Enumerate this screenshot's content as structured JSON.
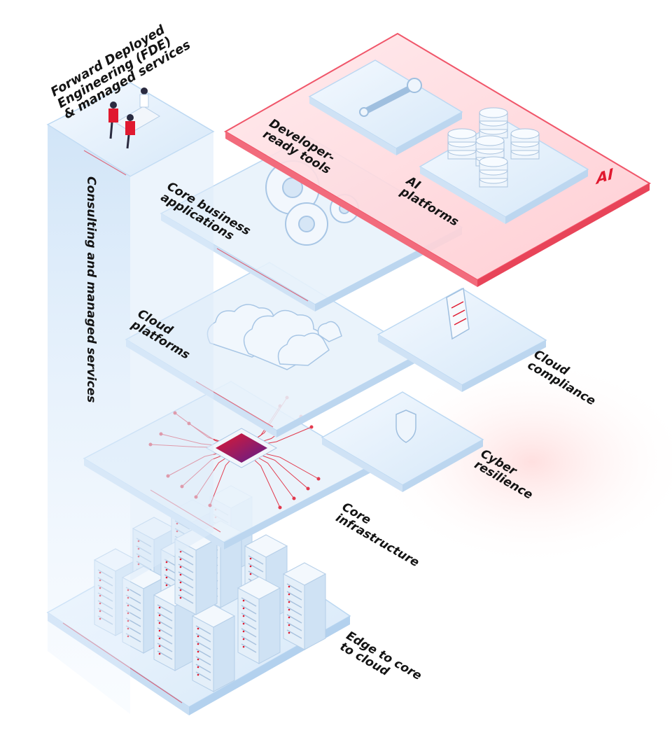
{
  "title": {
    "lines": [
      "Forward Deployed",
      "Engineering (FDE)",
      "& managed services"
    ]
  },
  "column_label": "Consulting and managed services",
  "ai_badge": "AI",
  "layers": {
    "developer_tools": [
      "Developer-",
      "ready tools"
    ],
    "ai_platforms": [
      "AI",
      "platforms"
    ],
    "core_business": [
      "Core business",
      "applications"
    ],
    "cloud_platforms": [
      "Cloud",
      "platforms"
    ],
    "cloud_compliance": [
      "Cloud",
      "compliance"
    ],
    "cyber_resilience": [
      "Cyber",
      "resilience"
    ],
    "core_infrastructure": [
      "Core",
      "infrastructure"
    ],
    "edge": [
      "Edge to core",
      "to cloud"
    ]
  },
  "colors": {
    "accent": "#e0192f",
    "glass": "#dcecfa",
    "glass_edge": "#bcd8f2",
    "ink": "#141414",
    "chip_gradient_start": "#e0192f",
    "chip_gradient_end": "#5b1e8f"
  }
}
